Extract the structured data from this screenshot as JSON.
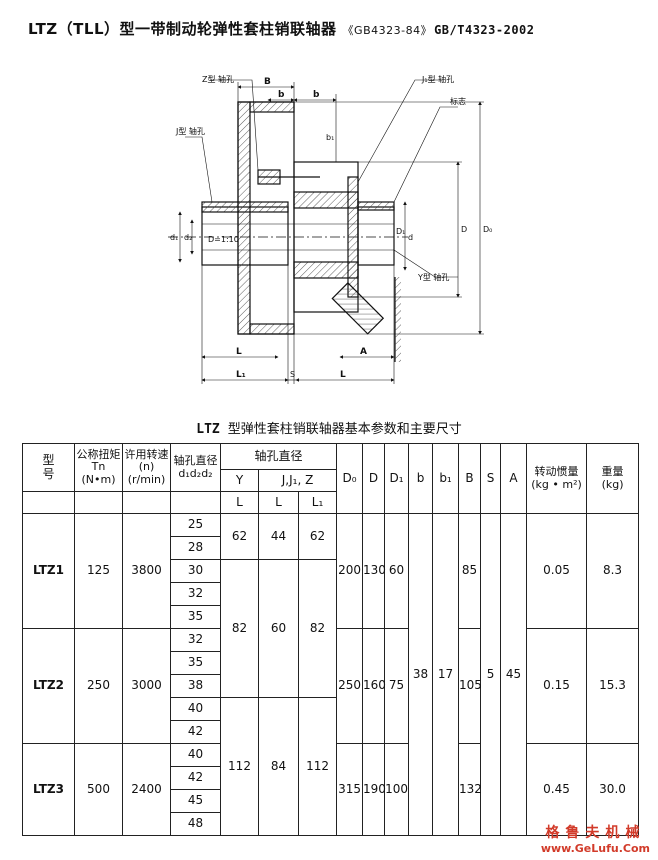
{
  "title": {
    "main": "LTZ（TLL）型一带制动轮弹性套柱销联轴器",
    "std_old": "《GB4323-84》",
    "std_new": "GB/T4323-2002"
  },
  "drawing": {
    "labels": {
      "z_hole": "Z型 轴孔",
      "j1_hole": "J₁型 轴孔",
      "mark": "标志",
      "j_hole": "J型 轴孔",
      "y_hole": "Y型 轴孔",
      "taper": "D=1:10",
      "dim_B": "B",
      "dim_b": "b",
      "dim_b2": "b",
      "dim_b1": "b₁",
      "dim_d1": "d₁",
      "dim_d2": "d₂",
      "dim_d": "d",
      "dim_D": "D",
      "dim_D1": "D₁",
      "dim_D0": "D₀",
      "dim_L_left": "L",
      "dim_L1": "L₁",
      "dim_S": "S",
      "dim_L_right": "L",
      "dim_A": "A"
    }
  },
  "table": {
    "caption_prefix": "LTZ",
    "caption": "型弹性套柱销联轴器基本参数和主要尺寸",
    "headers": {
      "model": "型\n号",
      "torque": "公称扭矩\nTn\n(N•m)",
      "speed": "许用转速\n(n)\n(r/min)",
      "bore_dia": "轴孔直径\nd₁d₂d₂",
      "bore_len": "轴孔直径",
      "y": "Y",
      "jjz": "J,J₁, Z",
      "L_y": "L",
      "L_j": "L",
      "L1": "L₁",
      "D0": "D₀",
      "D": "D",
      "D1": "D₁",
      "b": "b",
      "b1": "b₁",
      "B": "B",
      "S": "S",
      "A": "A",
      "inertia": "转动惯量\n(kg • m²)",
      "weight": "重量\n(kg)"
    },
    "ltz1": {
      "model": "LTZ1",
      "torque": "125",
      "speed": "3800",
      "bores": [
        "25",
        "28",
        "30",
        "32",
        "35"
      ],
      "y_a": "62",
      "j_a": "44",
      "l1_a": "62",
      "D0": "200",
      "D": "130",
      "D1": "60",
      "B": "85",
      "inertia": "0.05",
      "weight": "8.3"
    },
    "group_b": {
      "y": "82",
      "j": "60",
      "l1": "82"
    },
    "ltz2": {
      "model": "LTZ2",
      "torque": "250",
      "speed": "3000",
      "bores": [
        "32",
        "35",
        "38",
        "40",
        "42"
      ],
      "D0": "250",
      "D": "160",
      "D1": "75",
      "b": "38",
      "b1": "17",
      "B": "105",
      "S": "5",
      "A": "45",
      "inertia": "0.15",
      "weight": "15.3"
    },
    "group_c": {
      "y": "112",
      "j": "84",
      "l1": "112"
    },
    "ltz3": {
      "model": "LTZ3",
      "torque": "500",
      "speed": "2400",
      "bores": [
        "40",
        "42",
        "45",
        "48"
      ],
      "D0": "315",
      "D": "190",
      "D1": "100",
      "B": "132",
      "inertia": "0.45",
      "weight": "30.0"
    }
  },
  "watermark": {
    "cn": "格鲁夫机械",
    "url": "www.GeLufu.Com"
  },
  "colors": {
    "watermark": "#d23b2a",
    "line": "#222222"
  }
}
